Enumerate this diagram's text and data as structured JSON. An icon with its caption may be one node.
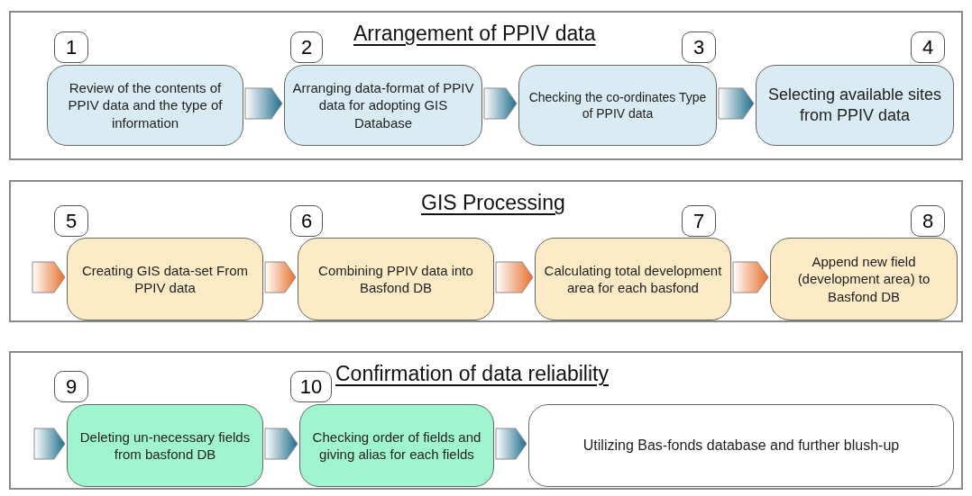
{
  "diagram": {
    "nodes": [
      {
        "text": [
          "Arrangement of PPIV data"
        ]
      },
      {
        "text": [
          "Review of the contents of PPIV data and the type of information"
        ],
        "in": 0,
        "beside": [
          "1"
        ]
      },
      {
        "text": [
          "Arranging data-format of PPIV data for adopting GIS Database"
        ],
        "in": 0,
        "beside": [
          "2"
        ]
      },
      {
        "text": [
          "Checking the co-ordinates Type of  PPIV data"
        ],
        "in": 0,
        "beside": [
          "3"
        ]
      },
      {
        "text": [
          "Selecting available sites from PPIV data"
        ],
        "in": 0,
        "beside": [
          "4"
        ]
      },
      {
        "text": [
          "GIS Processing"
        ]
      },
      {
        "text": [
          "Creating GIS data-set From PPIV data"
        ],
        "in": 5,
        "beside": [
          "5"
        ]
      },
      {
        "text": [
          "Combining PPIV data into Basfond DB"
        ],
        "in": 5,
        "beside": [
          "6"
        ]
      },
      {
        "text": [
          "Calculating total development area for each basfond"
        ],
        "in": 5,
        "beside": [
          "7"
        ]
      },
      {
        "text": [
          "Append new field (development area) to Basfond DB"
        ],
        "in": 5,
        "beside": [
          "8"
        ]
      },
      {
        "text": [
          "Confirmation of data reliability"
        ]
      },
      {
        "text": [
          "Deleting un-necessary fields from basfond DB"
        ],
        "in": 10,
        "beside": [
          "9"
        ]
      },
      {
        "text": [
          "Checking order of fields and giving alias for each fields"
        ],
        "in": 10,
        "beside": [
          "10"
        ]
      },
      {
        "text": [
          "Utilizing Bas-fonds database and further blush-up"
        ],
        "in": 10
      }
    ],
    "edges": [
      {
        "from": 1,
        "to": 2,
        "arrow": "to"
      },
      {
        "from": 2,
        "to": 3,
        "arrow": "to"
      },
      {
        "from": 3,
        "to": 4,
        "arrow": "to"
      },
      {
        "from": null,
        "to": 6,
        "arrow": "to",
        "color": "#e8702a"
      },
      {
        "from": 6,
        "to": 7,
        "arrow": "to",
        "color": "#e8702a"
      },
      {
        "from": 7,
        "to": 8,
        "arrow": "to",
        "color": "#e8702a"
      },
      {
        "from": 8,
        "to": 9,
        "arrow": "to",
        "color": "#e8702a"
      },
      {
        "from": null,
        "to": 11,
        "arrow": "to"
      },
      {
        "from": 11,
        "to": 12,
        "arrow": "to"
      },
      {
        "from": 12,
        "to": 13,
        "arrow": "to"
      }
    ]
  }
}
